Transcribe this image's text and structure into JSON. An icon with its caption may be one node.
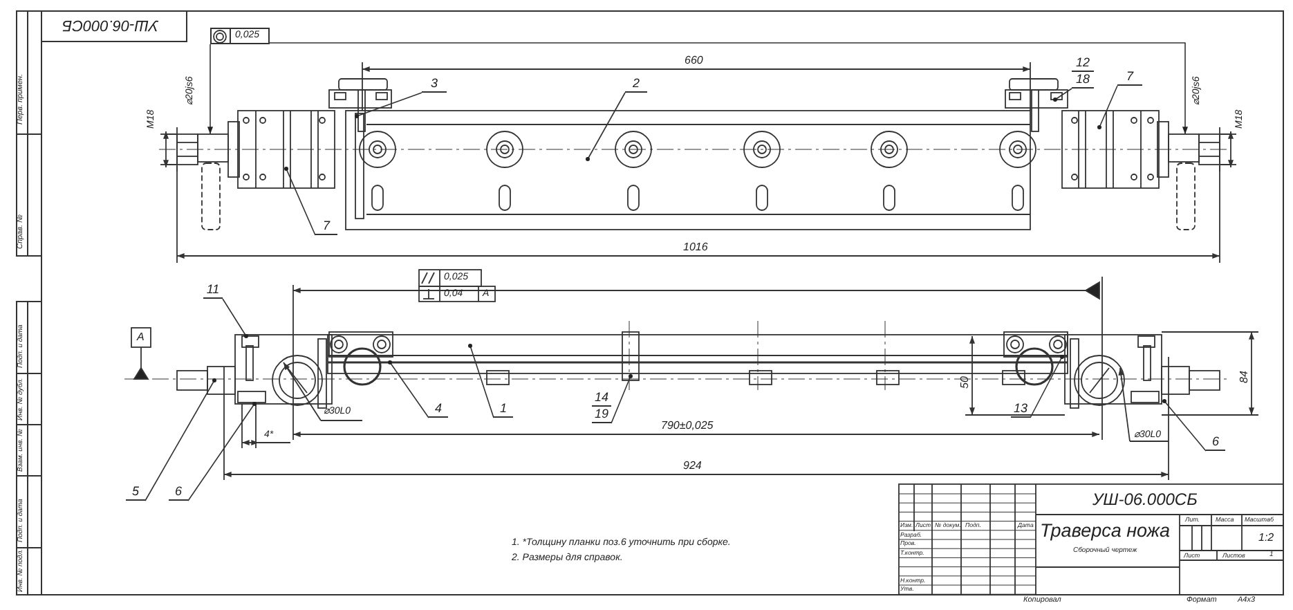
{
  "diagram": {
    "nodes": [
      {
        "text": [
          "3"
        ]
      },
      {
        "text": [
          "2"
        ]
      },
      {
        "text": [
          "7"
        ]
      },
      {
        "text": [
          "12",
          "18"
        ]
      },
      {
        "text": [
          "7"
        ]
      },
      {
        "text": [
          "11"
        ]
      },
      {
        "text": [
          "5"
        ]
      },
      {
        "text": [
          "6"
        ]
      },
      {
        "text": [
          "4"
        ]
      },
      {
        "text": [
          "1"
        ]
      },
      {
        "text": [
          "14",
          "19"
        ]
      },
      {
        "text": [
          "13"
        ]
      },
      {
        "text": [
          "6"
        ]
      },
      {
        "text": [
          "0,025"
        ]
      }
    ],
    "edges": [
      {
        "from": 0,
        "to": null,
        "arrow": "other"
      },
      {
        "from": 1,
        "to": null,
        "arrow": "other"
      },
      {
        "from": 2,
        "to": null,
        "arrow": "other"
      },
      {
        "from": 3,
        "to": null,
        "arrow": "other"
      },
      {
        "from": 4,
        "to": null,
        "arrow": "other"
      },
      {
        "from": 5,
        "to": null,
        "arrow": "other"
      },
      {
        "from": 6,
        "to": null,
        "arrow": "other"
      },
      {
        "from": 7,
        "to": null,
        "arrow": "other"
      },
      {
        "from": 8,
        "to": null,
        "arrow": "other"
      },
      {
        "from": 9,
        "to": null,
        "arrow": "other"
      },
      {
        "from": 10,
        "to": null,
        "arrow": "other"
      },
      {
        "from": 11,
        "to": null,
        "arrow": "other"
      },
      {
        "from": 12,
        "to": null,
        "arrow": "other"
      },
      {
        "from": 13,
        "to": null,
        "arrow": "to"
      },
      {
        "from": 13,
        "to": null,
        "arrow": "to"
      }
    ],
    "labels": [
      "УШ-06.000СБ",
      "Перв. примен.",
      "Справ. №",
      "660",
      "M18",
      "⌀20js6",
      "⌀20js6",
      "M18",
      "1016",
      "0,025",
      "0,04",
      "A",
      "A",
      "⌀30L0",
      "4*",
      "790±0,025",
      "50",
      "84",
      "⌀30L0",
      "924",
      "Подп. и дата",
      "Инв. № дубл.",
      "Взам. инв. №",
      "Подп. и дата",
      "Инв. № подл.",
      "1. *Толщину планки поз.6 уточнить при сборке.",
      "2. Размеры для справок.",
      "УШ-06.000СБ",
      "Изм.",
      "Лист",
      "№ докум.",
      "Подп.",
      "Дата",
      "Разраб.",
      "Пров.",
      "Т.контр.",
      "Н.контр.",
      "Утв.",
      "Траверса ножа",
      "Сборочный чертеж",
      "Лит.",
      "Масса",
      "Масштаб",
      "1:2",
      "Лист",
      "Листов",
      "1",
      "Копировал",
      "Формат",
      "А4х3"
    ]
  }
}
